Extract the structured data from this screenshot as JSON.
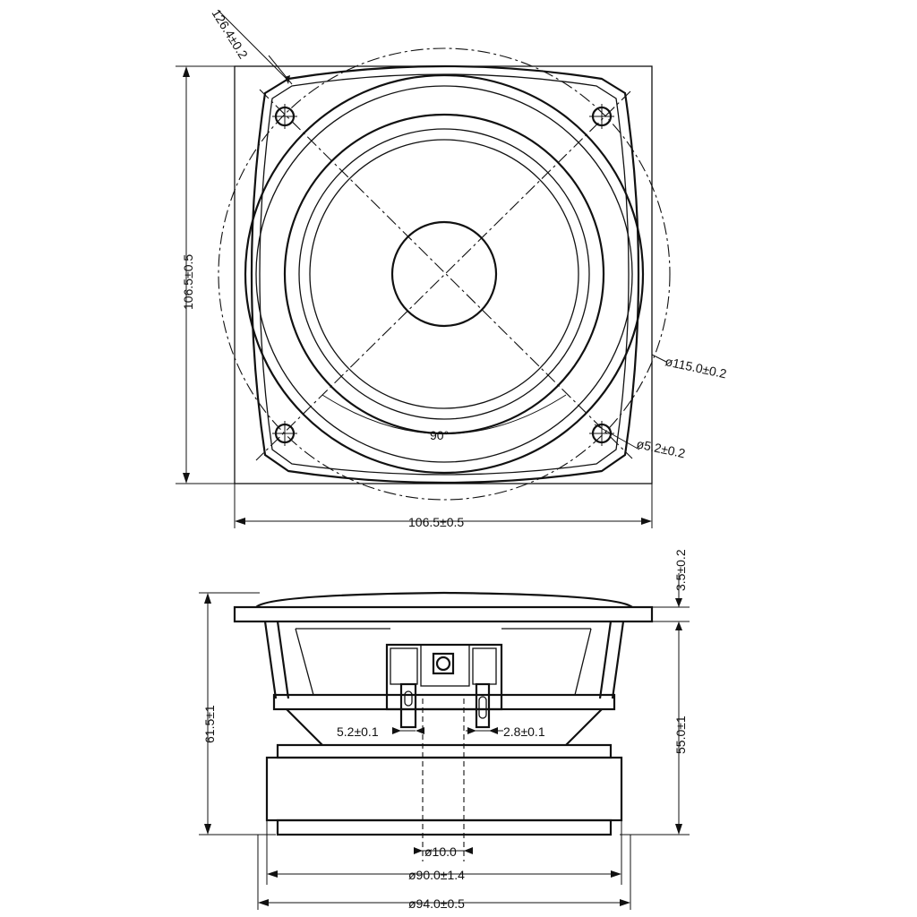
{
  "dimensions": {
    "diagonal": "126.4±0.2",
    "height_front": "106.5±0.5",
    "width_front": "106.5±0.5",
    "outer_circle": "ø115.0±0.2",
    "hole": "ø5.2±0.2",
    "angle": "90°",
    "flange_thickness": "3.5±0.2",
    "total_depth": "61.5±1",
    "mount_depth": "55.0±1",
    "terminal_left": "5.2±0.1",
    "terminal_right": "2.8±0.1",
    "vent": "ø10.0",
    "magnet": "ø90.0±1.4",
    "frame_back": "ø94.0±0.5"
  }
}
